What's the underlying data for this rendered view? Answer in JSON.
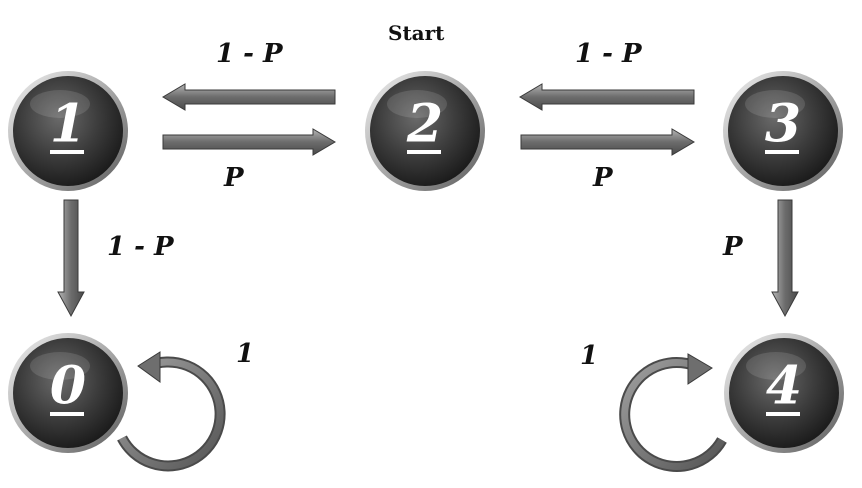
{
  "diagram": {
    "start_label": "Start",
    "nodes": {
      "n0": "0",
      "n1": "1",
      "n2": "2",
      "n3": "3",
      "n4": "4"
    },
    "edges": {
      "e2_1": "1 - P",
      "e1_2": "P",
      "e3_2": "1 - P",
      "e2_3": "P",
      "e1_0": "1 - P",
      "e3_4": "P",
      "loop0": "1",
      "loop4": "1"
    }
  },
  "colors": {
    "node_fill": "#3a3a3a",
    "node_rim": "#c8c8c8",
    "arrow": "#6e6e6e",
    "text": "#111111"
  }
}
